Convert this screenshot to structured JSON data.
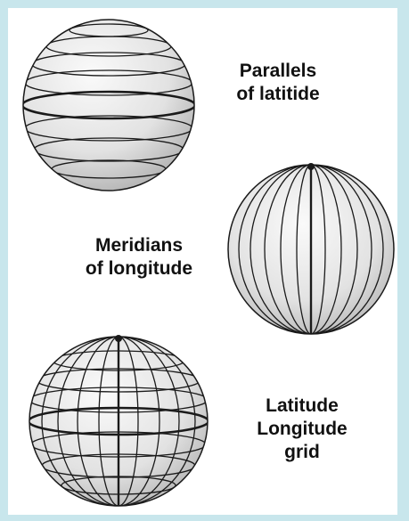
{
  "diagrams": [
    {
      "lines": [
        "Parallels",
        "of latitide"
      ]
    },
    {
      "lines": [
        "Meridians",
        "of longitude"
      ]
    },
    {
      "lines": [
        "Latitude",
        "Longitude",
        "grid"
      ]
    }
  ],
  "colors": {
    "frame": "#c8e6ec",
    "panel": "#ffffff",
    "line": "#1a1a1a",
    "globe_light": "#fafafa",
    "globe_shade": "#b7b7b7"
  }
}
